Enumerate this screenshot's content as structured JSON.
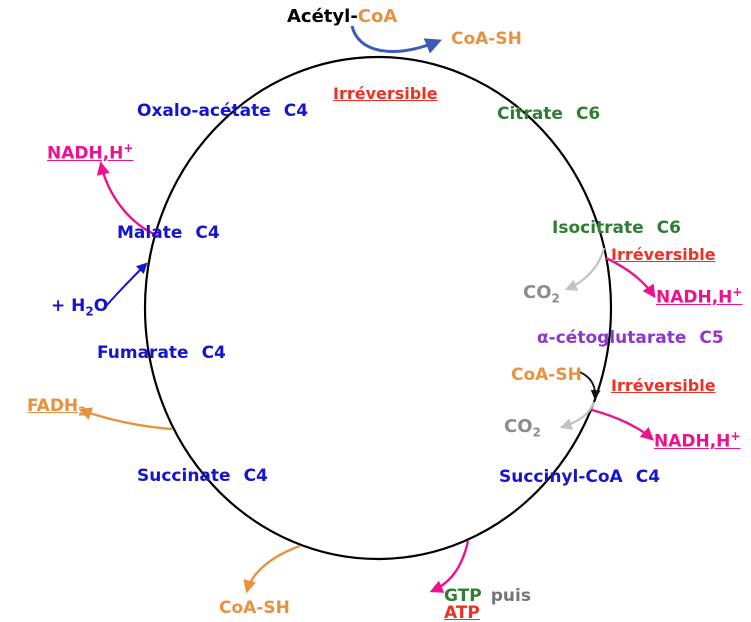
{
  "colors": {
    "metabolite_blue": "#1515cd",
    "green": "#2e7d32",
    "orange": "#e8923f",
    "magenta": "#ec128e",
    "red": "#ee3124",
    "purple": "#9136cc",
    "gray": "#8c8c8c",
    "cycle_circle": "#000000",
    "entry_arrow_blue": "#3c5bb5"
  },
  "cycle": {
    "acetyl_coa": {
      "prefix": "Acétyl-",
      "suffix": "CoA"
    },
    "coa_sh_top": "CoA-SH",
    "irreversible_top": "Irréversible",
    "citrate": {
      "name": "Citrate",
      "carbons": "C6"
    },
    "isocitrate": {
      "name": "Isocitrate",
      "carbons": "C6"
    },
    "irreversible_isocitrate": "Irréversible",
    "co2_isocitrate": {
      "base": "CO",
      "sub": "2"
    },
    "nadh_isocitrate": {
      "base": "NADH,H",
      "sup": "+"
    },
    "alpha_cetoglutarate": {
      "name": "α-cétoglutarate",
      "carbons": "C5"
    },
    "coa_sh_right": "CoA-SH",
    "irreversible_cetoglutarate": "Irréversible",
    "co2_cetoglutarate": {
      "base": "CO",
      "sub": "2"
    },
    "nadh_cetoglutarate": {
      "base": "NADH,H",
      "sup": "+"
    },
    "succinyl_coa": {
      "name": "Succinyl-CoA",
      "carbons": "C4"
    },
    "gtp": "GTP",
    "puis": "puis",
    "atp": "ATP",
    "succinate": {
      "name": "Succinate",
      "carbons": "C4"
    },
    "coa_sh_bottom": "CoA-SH",
    "fadh2": {
      "base": "FADH",
      "sub": "2"
    },
    "fumarate": {
      "name": "Fumarate",
      "carbons": "C4"
    },
    "h2o": {
      "pre": "+ H",
      "sub": "2",
      "post": "O"
    },
    "malate": {
      "name": "Malate",
      "carbons": "C4"
    },
    "nadh_malate": {
      "base": "NADH,H",
      "sup": "+"
    },
    "oxaloacetate": {
      "name": "Oxalo-acétate",
      "carbons": "C4"
    }
  }
}
